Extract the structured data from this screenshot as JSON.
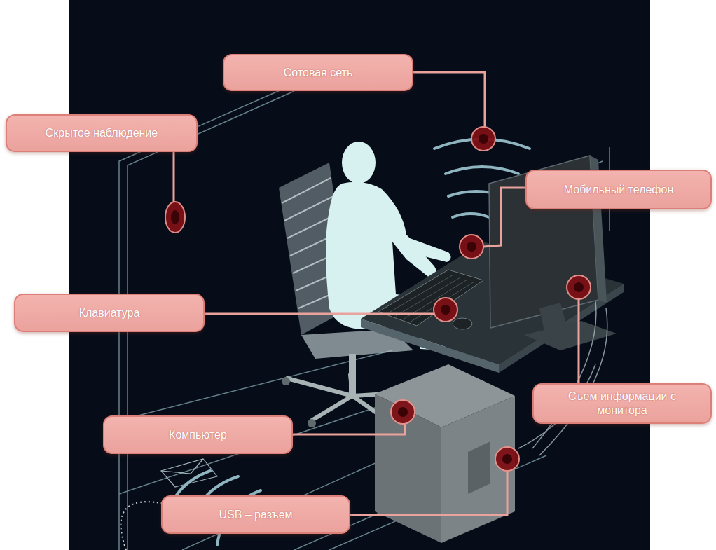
{
  "diagram": {
    "nodes": [
      {
        "text": [
          "Сотовая сеть"
        ]
      },
      {
        "text": [
          "Скрытое наблюдение"
        ]
      },
      {
        "text": [
          "Мобильный телефон"
        ]
      },
      {
        "text": [
          "Клавиатура"
        ]
      },
      {
        "text": [
          "Съем информации с монитора"
        ]
      },
      {
        "text": [
          "Компьютер"
        ]
      },
      {
        "text": [
          "USB – разъем"
        ]
      }
    ]
  }
}
